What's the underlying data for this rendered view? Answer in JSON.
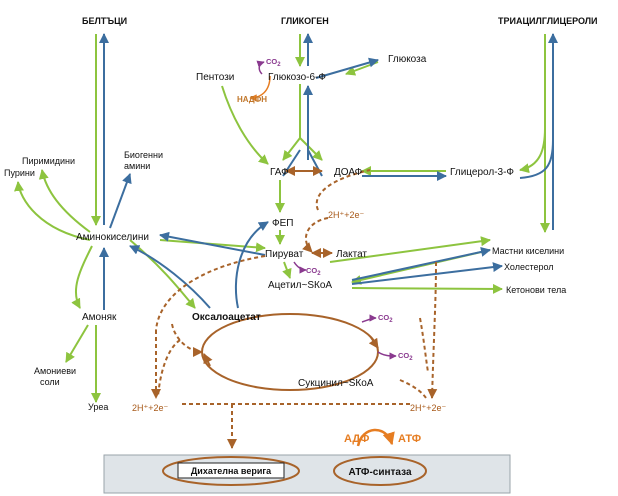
{
  "nodes": {
    "proteins": "БЕЛТЪЦИ",
    "glycogen": "ГЛИКОГЕН",
    "triacylglycerols": "ТРИАЦИЛГЛИЦЕРОЛИ",
    "glucose": "Глюкоза",
    "glucose_6_p": "Глюкозо-6-Ф",
    "pentoses": "Пентози",
    "co2": "CO",
    "co2_sub": "2",
    "nadph": "НАДФН",
    "pyrimidines": "Пиримидини",
    "purines": "Пурини",
    "biogenic_amines_1": "Биогенни",
    "biogenic_amines_2": "амини",
    "gap": "ГАФ",
    "dhap": "ДОАФ",
    "glycerol_3_p": "Глицерол-3-Ф",
    "h_plus_e": "2H⁺+2e⁻",
    "amino_acids": "Аминокиселини",
    "pep": "ФЕП",
    "pyruvate": "Пируват",
    "lactate": "Лактат",
    "fatty_acids": "Мастни киселини",
    "cholesterol": "Холестерол",
    "ketone_bodies": "Кетонови тела",
    "acetyl_scoa": "Ацетил~SКоА",
    "ammonia": "Амоняк",
    "oxaloacetate": "Оксалоацетат",
    "ammonium_salts_1": "Амониеви",
    "ammonium_salts_2": "соли",
    "succinyl_scoa": "Сукцинил~SКоА",
    "urea": "Уреа",
    "respiratory_chain": "Дихателна верига",
    "atp_synthase": "АТФ-синтаза",
    "adp": "АДФ",
    "atp": "АТФ"
  },
  "colors": {
    "green": "#8dc43f",
    "blue": "#3c6e9f",
    "brown": "#a8632a",
    "purple": "#8a3a8f",
    "orange": "#e67d22",
    "membrane": "#dfe4e8"
  }
}
